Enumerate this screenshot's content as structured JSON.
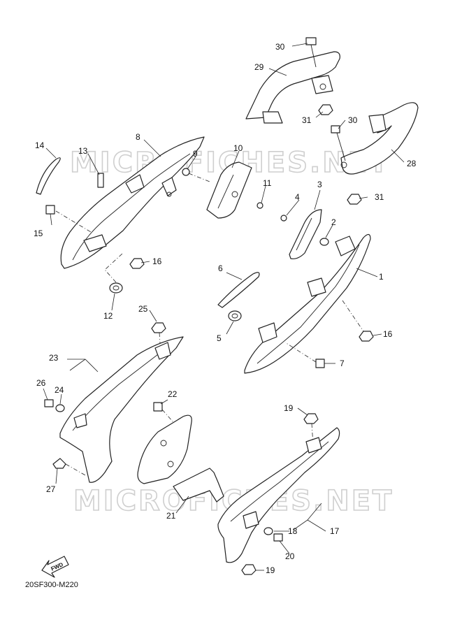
{
  "diagram": {
    "code": "20SF300-M220",
    "watermark": "MICROFICHES.NET",
    "fwd_label": "FWD",
    "part_numbers": {
      "p1": "1",
      "p2": "2",
      "p3": "3",
      "p4": "4",
      "p5": "5",
      "p6": "6",
      "p7": "7",
      "p8": "8",
      "p9": "9",
      "p10": "10",
      "p11": "11",
      "p12": "12",
      "p13": "13",
      "p14": "14",
      "p15": "15",
      "p16a": "16",
      "p16b": "16",
      "p17": "17",
      "p18": "18",
      "p19a": "19",
      "p19b": "19",
      "p20": "20",
      "p21": "21",
      "p22": "22",
      "p23": "23",
      "p24": "24",
      "p25": "25",
      "p26": "26",
      "p27": "27",
      "p28": "28",
      "p29": "29",
      "p30a": "30",
      "p30b": "30",
      "p31a": "31",
      "p31b": "31"
    }
  }
}
